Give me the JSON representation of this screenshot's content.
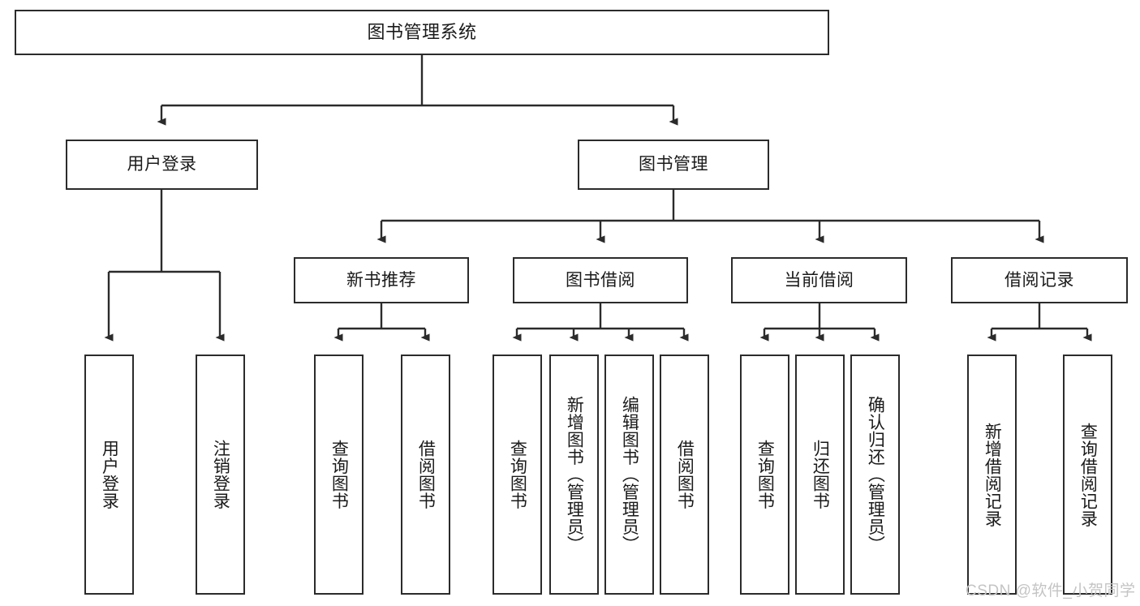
{
  "diagram": {
    "title": "图书管理系统",
    "type": "tree-hierarchy",
    "root": {
      "label": "图书管理系统"
    },
    "level2": [
      {
        "label": "用户登录"
      },
      {
        "label": "图书管理"
      }
    ],
    "level3": [
      {
        "label": "新书推荐"
      },
      {
        "label": "图书借阅"
      },
      {
        "label": "当前借阅"
      },
      {
        "label": "借阅记录"
      }
    ],
    "leaves": {
      "user_login": [
        {
          "label": "用户登录"
        },
        {
          "label": "注销登录"
        }
      ],
      "new_book_recommend": [
        {
          "label": "查询图书"
        },
        {
          "label": "借阅图书"
        }
      ],
      "book_borrow": [
        {
          "label": "查询图书"
        },
        {
          "label": "新增图书（管理员）"
        },
        {
          "label": "编辑图书（管理员）"
        },
        {
          "label": "借阅图书"
        }
      ],
      "current_borrow": [
        {
          "label": "查询图书"
        },
        {
          "label": "归还图书"
        },
        {
          "label": "确认归还（管理员）"
        }
      ],
      "borrow_records": [
        {
          "label": "新增借阅记录"
        },
        {
          "label": "查询借阅记录"
        }
      ]
    }
  },
  "watermark": {
    "text": "CSDN @软件_小贺同学"
  },
  "colors": {
    "stroke": "#2b2b2b",
    "background": "#ffffff",
    "text": "#1a1a1a",
    "watermark": "#c4c4c4"
  }
}
